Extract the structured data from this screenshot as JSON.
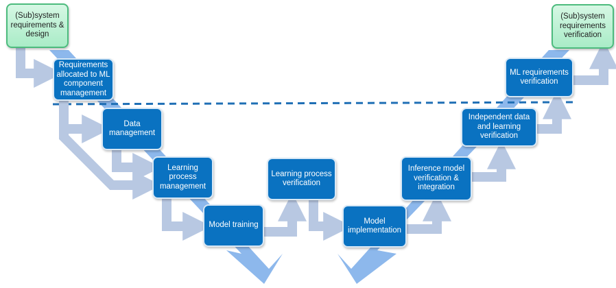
{
  "colors": {
    "process_box": "#0a72c1",
    "system_box": "#a9ecc7",
    "flow_band": "#8db8ec",
    "connector": "#b8c8e2",
    "divider": "#1f6fb5"
  },
  "boxes": {
    "sys_design": "(Sub)system requirements & design",
    "req_alloc": "Requirements allocated to ML component management",
    "data_mgmt": "Data management",
    "learning_mgmt": "Learning process management",
    "model_training": "Model training",
    "learning_verif": "Learning process verification",
    "model_impl": "Model implementation",
    "inference_verif": "Inference model verification & integration",
    "indep_verif": "Independent data and learning verification",
    "ml_req_verif": "ML requirements verification",
    "sys_verif": "(Sub)system requirements verification"
  }
}
